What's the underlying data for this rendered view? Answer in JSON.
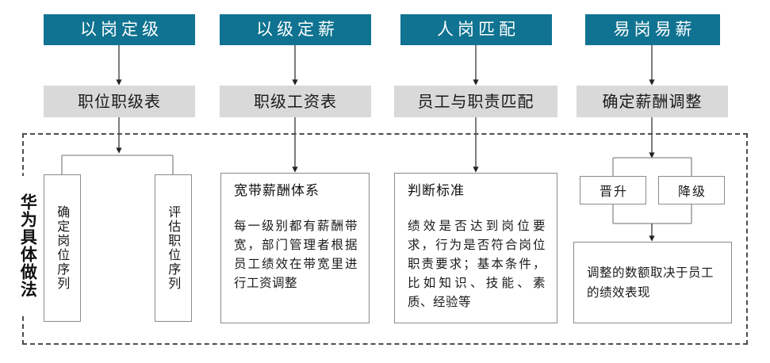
{
  "diagram": {
    "side_label": "华为具体做法",
    "columns": [
      {
        "header": "以岗定级",
        "subheader": "职位职级表",
        "branch_boxes": [
          "确定岗位序列",
          "评估职位序列"
        ]
      },
      {
        "header": "以级定薪",
        "subheader": "职级工资表",
        "card_title": "宽带薪酬体系",
        "card_body": "每一级别都有薪酬带宽，部门管理者根据员工绩效在带宽里进行工资调整"
      },
      {
        "header": "人岗匹配",
        "subheader": "员工与职责匹配",
        "card_title": "判断标准",
        "card_body": "绩效是否达到岗位要求，行为是否符合岗位职责要求；基本条件，比如知识、技能、素质、经验等"
      },
      {
        "header": "易岗易薪",
        "subheader": "确定薪酬调整",
        "branch_boxes": [
          "晋升",
          "降级"
        ],
        "result_box": "调整的数额取决于员工的绩效表现"
      }
    ]
  },
  "colors": {
    "header_teal": "#0f7391",
    "subheader_gray": "#d9d9d9",
    "line_gray": "#8a8a8a",
    "dashed_border": "#4d4d4d",
    "text_dark": "#1a1a1a",
    "header_text": "#ffffff"
  }
}
